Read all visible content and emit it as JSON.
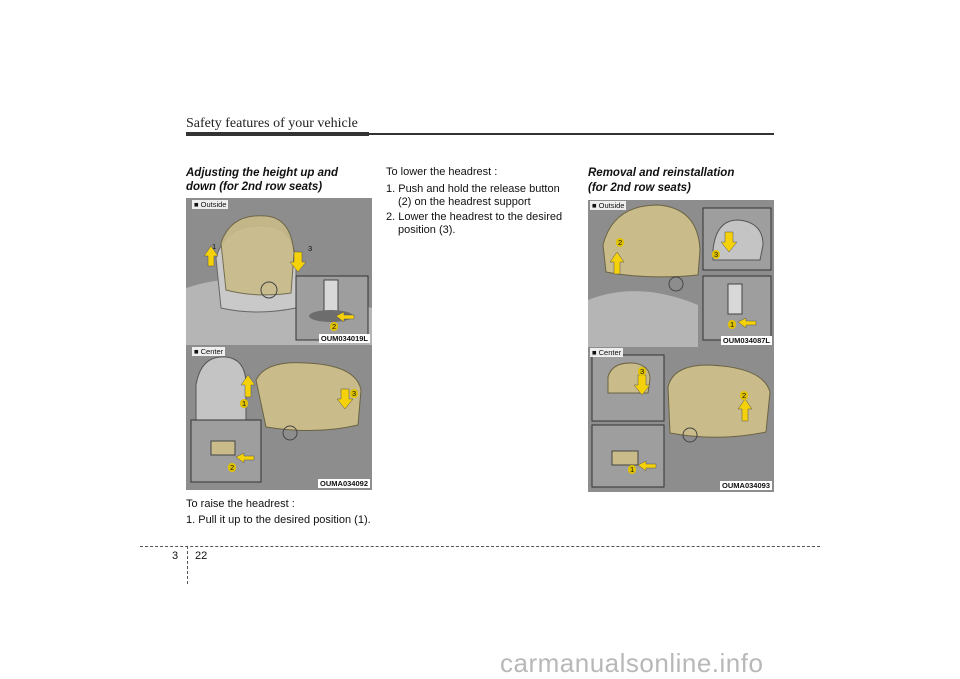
{
  "header": {
    "title": "Safety features of your vehicle"
  },
  "col1": {
    "heading": "Adjusting the height up and down (for 2nd row seats)",
    "fig_top": {
      "tag": "■ Outside",
      "code": "OUM034019L",
      "num1": "1",
      "num2": "2",
      "num3": "3"
    },
    "fig_bottom": {
      "tag": "■ Center",
      "code": "OUMA034092",
      "num1": "1",
      "num2": "2",
      "num3": "3"
    },
    "raise_label": "To raise the headrest :",
    "raise_step1": "1. Pull it up to the desired position (1)."
  },
  "col2": {
    "lower_label": "To lower the headrest :",
    "step1_line1": "1. Push and hold the release button",
    "step1_line2": "(2) on the headrest support",
    "step2_line1": "2. Lower the headrest to the desired",
    "step2_line2": "position (3)."
  },
  "col3": {
    "heading_line1": "Removal and reinstallation",
    "heading_line2": "(for 2nd row seats)",
    "fig_top": {
      "tag": "■ Outside",
      "code": "OUM034087L",
      "num1": "1",
      "num2": "2",
      "num3": "3"
    },
    "fig_bottom": {
      "tag": "■ Center",
      "code": "OUMA034093",
      "num1": "1",
      "num2": "2",
      "num3": "3"
    }
  },
  "footer": {
    "chapter": "3",
    "page": "22",
    "watermark": "carmanualsonline.info"
  },
  "colors": {
    "headrest": "#c9bc8a",
    "arrow": "#f5d10a",
    "badge": "#e0c200"
  }
}
